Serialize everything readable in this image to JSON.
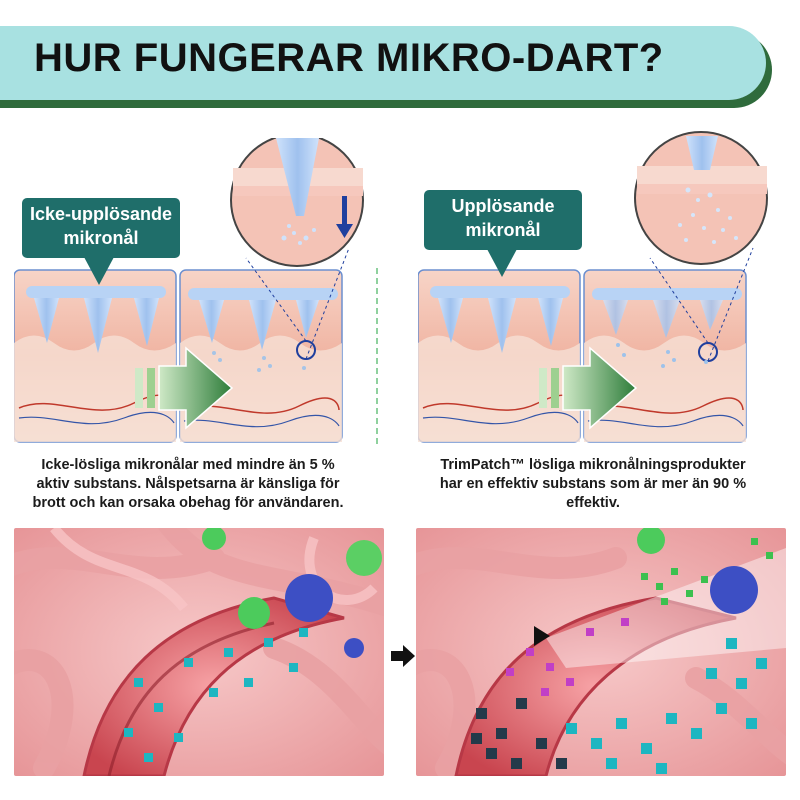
{
  "header": {
    "title": "HUR FUNGERAR MIKRO-DART?"
  },
  "left": {
    "label": "Icke-upplösande mikronål",
    "label_line1": "Icke-upplösande",
    "label_line2": "mikronål",
    "caption_line1": "Icke-lösliga mikronålar med mindre än 5 %",
    "caption_line2": "aktiv substans. Nålspetsarna är känsliga för",
    "caption_line3": "brott och kan orsaka obehag för användaren."
  },
  "right": {
    "label": "Upplösande mikronål",
    "label_line1": "Upplösande",
    "label_line2": "mikronål",
    "caption_line1": "TrimPatch™ lösliga mikronålningsprodukter",
    "caption_line2": "har en effektiv substans som är mer än 90 %",
    "caption_line3": "effektiv."
  },
  "colors": {
    "title_bg": "#a8e1e1",
    "title_shadow": "#2f6b3c",
    "callout_bg": "#1f6e6a",
    "arrow_green": "#2e7d3a",
    "skin_pink": "#f2b9a8",
    "needle_blue": "#a9c9f0"
  },
  "icons": {
    "process_arrow": "green-right-arrow-icon",
    "between_photos": "black-right-arrow-icon",
    "descend": "blue-down-arrow-icon"
  }
}
